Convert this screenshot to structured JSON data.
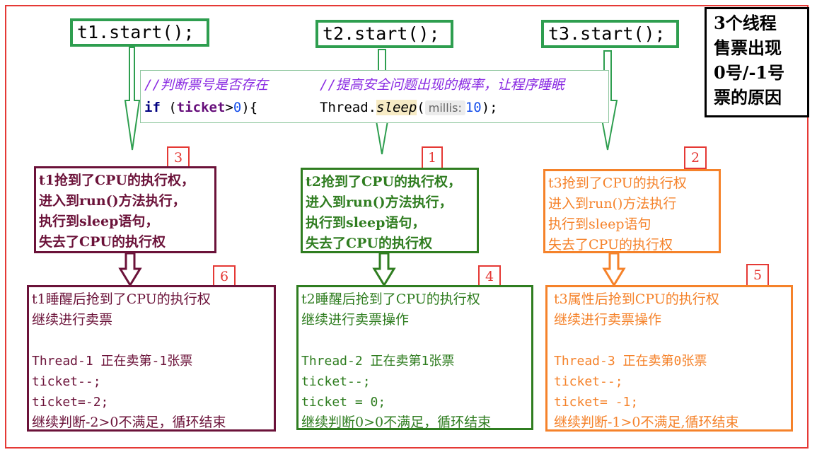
{
  "calls": {
    "t1": "t1.start();",
    "t2": "t2.start();",
    "t3": "t3.start();"
  },
  "title": [
    "3个线程",
    "售票出现",
    "0号/-1号",
    "票的原因"
  ],
  "code": {
    "comment_check": "//判断票号是否存在",
    "comment_sleep": "//提高安全问题出现的概率，让程序睡眠",
    "if_kw": "if",
    "if_open": " (",
    "if_var": "ticket",
    "if_gt": ">",
    "if_zero": "0",
    "if_close": "){",
    "thread": "Thread.",
    "sleep": "sleep",
    "paren_open": "(",
    "hint": "millis:",
    "arg": "10",
    "paren_close": ");"
  },
  "steps": {
    "t1_first": {
      "badge": "3",
      "lines": [
        "t1抢到了CPU的执行权，",
        "进入到run()方法执行，",
        "执行到sleep语句，",
        "失去了CPU的执行权"
      ]
    },
    "t2_first": {
      "badge": "1",
      "lines": [
        "t2抢到了CPU的执行权，",
        "进入到run()方法执行，",
        "执行到sleep语句，",
        "失去了CPU的执行权"
      ]
    },
    "t3_first": {
      "badge": "2",
      "lines": [
        "t3抢到了CPU的执行权",
        "进入到run()方法执行",
        "执行到sleep语句",
        "失去了CPU的执行权"
      ]
    },
    "t1_second": {
      "badge": "6",
      "lines": [
        "t1睡醒后抢到了CPU的执行权",
        "继续进行卖票",
        "",
        "Thread-1 正在卖第-1张票",
        "ticket--;",
        "ticket=-2;",
        "继续判断-2>0不满足，循环结束"
      ]
    },
    "t2_second": {
      "badge": "4",
      "lines": [
        "t2睡醒后抢到了CPU的执行权",
        "继续进行卖票操作",
        "",
        "Thread-2 正在卖第1张票",
        "ticket--;",
        "ticket = 0;",
        "继续判断0>0不满足，循环结束"
      ]
    },
    "t3_second": {
      "badge": "5",
      "lines": [
        "t3属性后抢到CPU的执行权",
        "继续进行卖票操作",
        "",
        "Thread-3 正在卖第0张票",
        "ticket--;",
        "ticket= -1;",
        "继续判断-1>0不满足,循环结束"
      ]
    }
  },
  "colors": {
    "frame": "#e53935",
    "start_box": "#2e9e4f",
    "t1": "#6b1239",
    "t2": "#2f7d20",
    "t3": "#f5822a",
    "badge": "#e53935"
  }
}
